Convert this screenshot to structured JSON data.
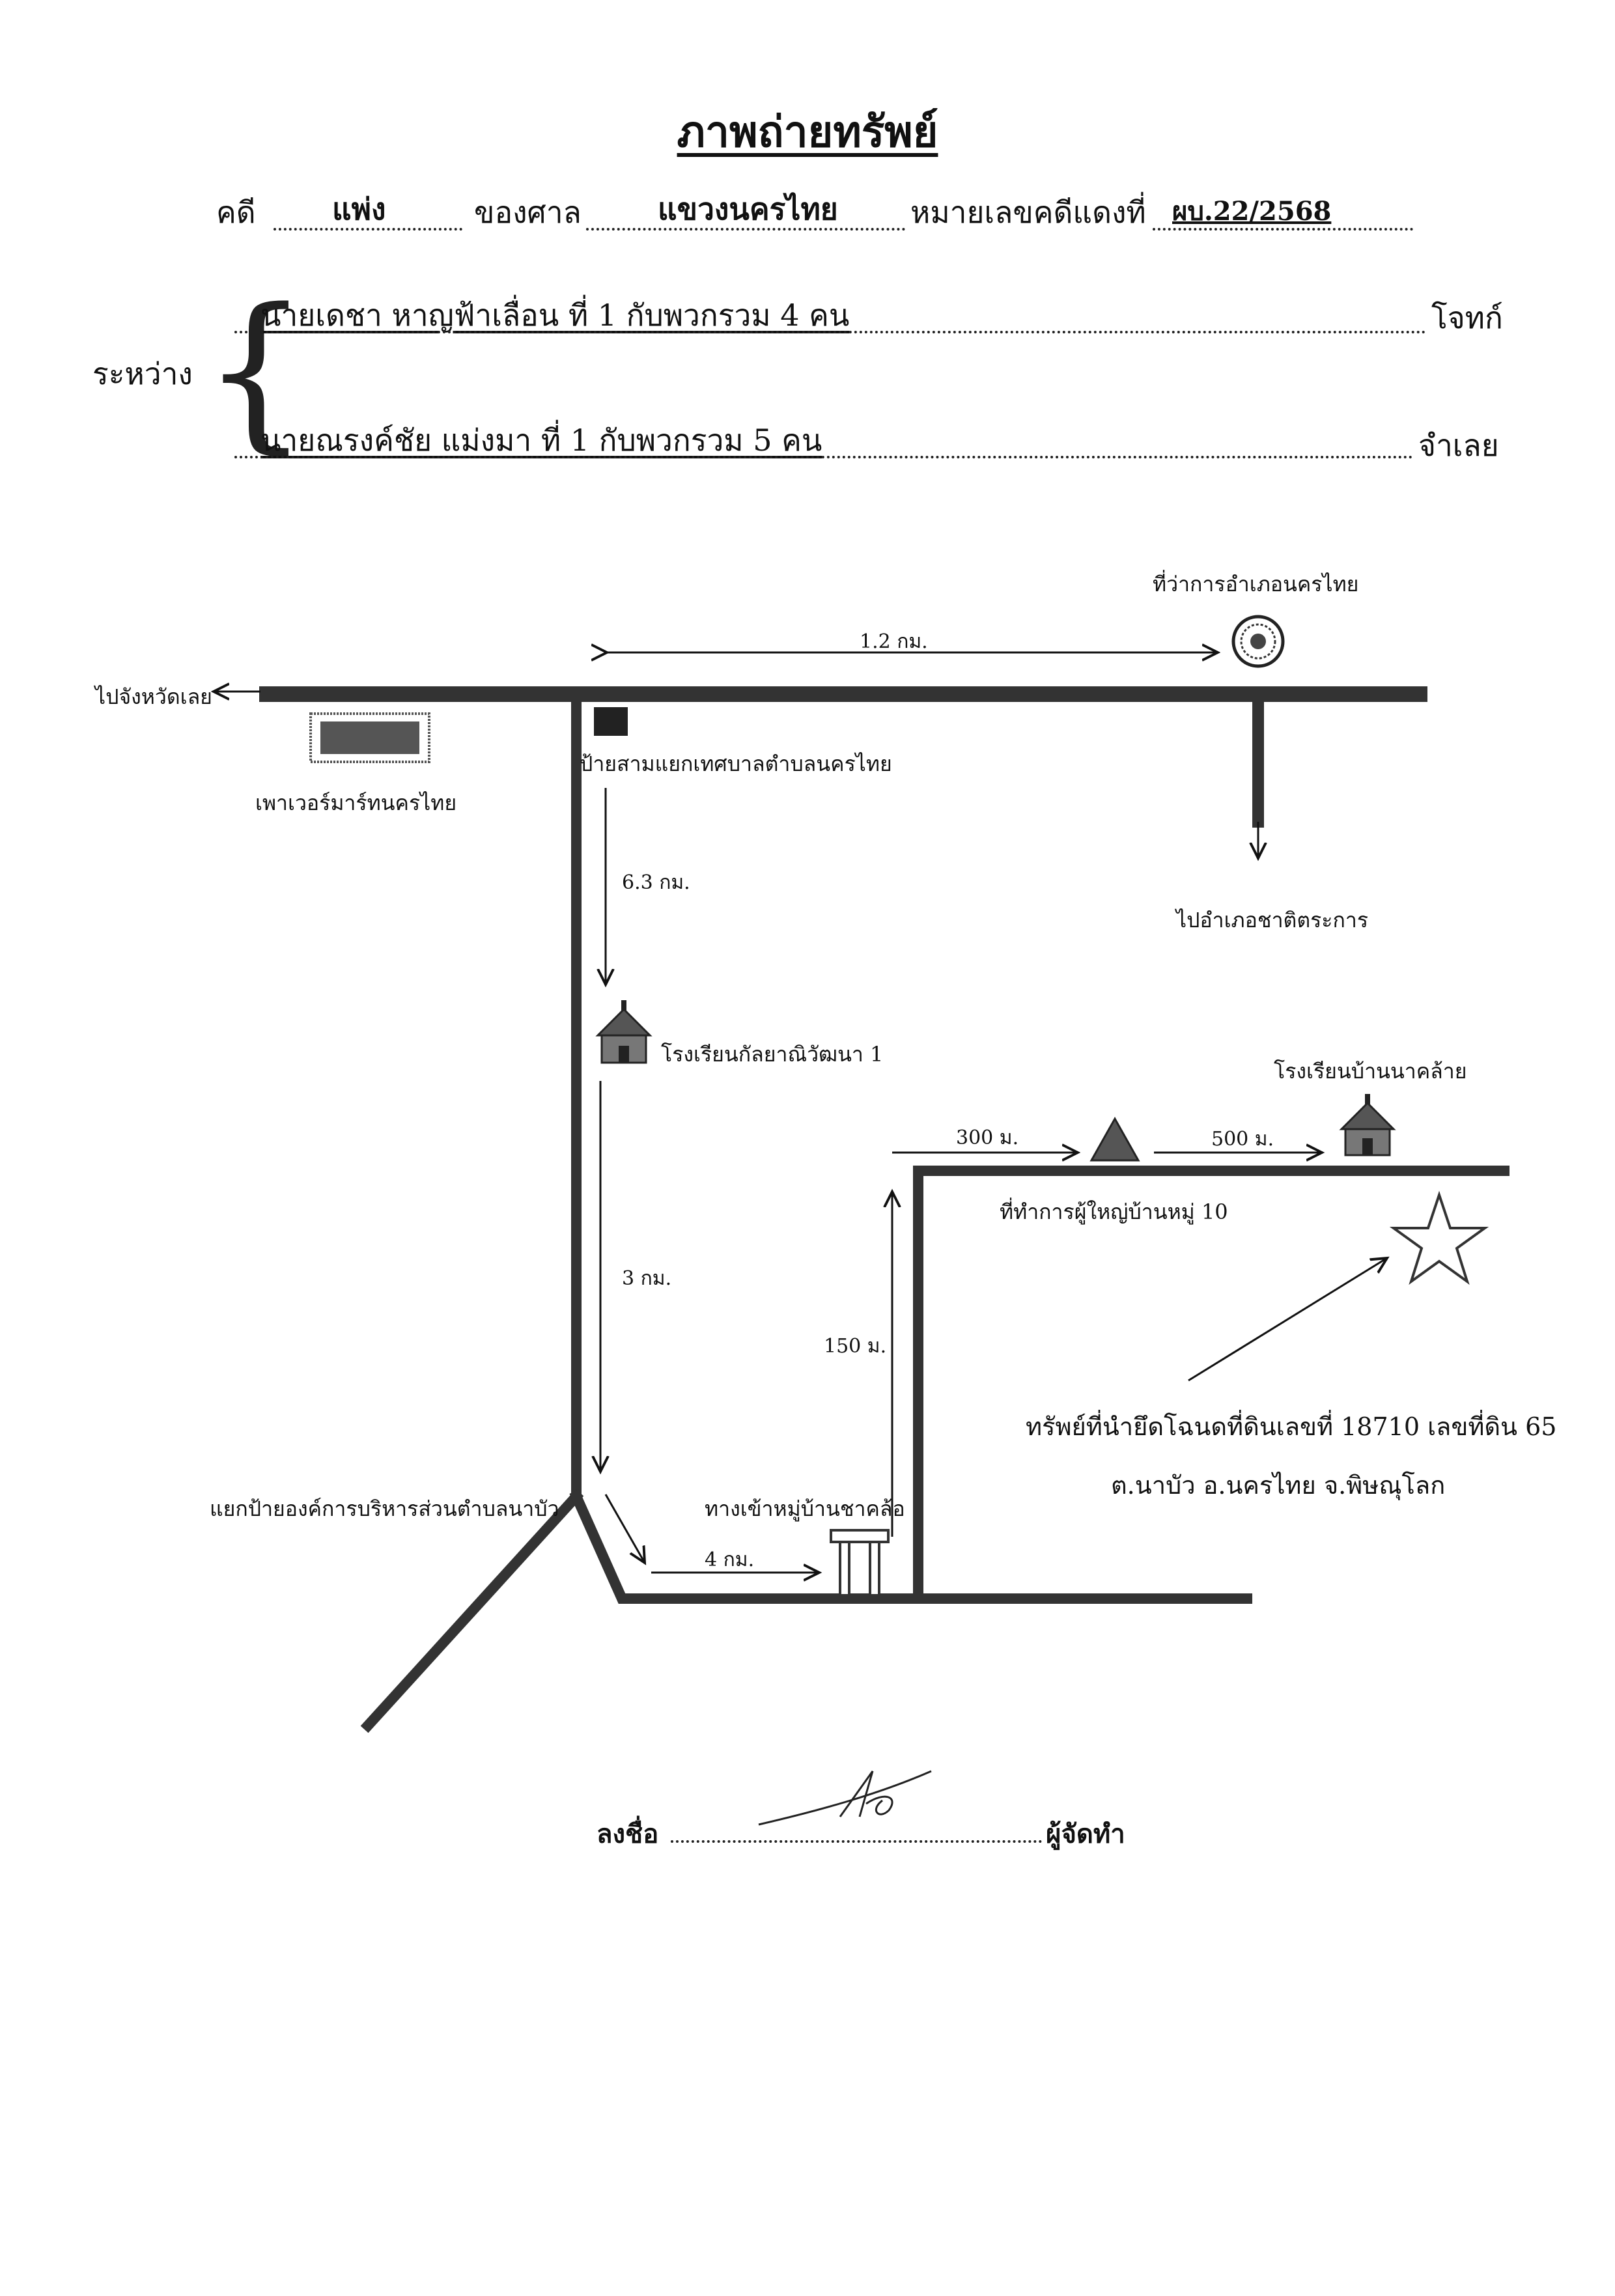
{
  "header": {
    "title": "ภาพถ่ายทรัพย์",
    "case_label": "คดี",
    "case_type": "แพ่ง",
    "court_label": "ของศาล",
    "court_name": "แขวงนครไทย",
    "red_case_label": "หมายเลขคดีแดงที่",
    "red_case_no": "ผบ.22/2568",
    "between_label": "ระหว่าง",
    "plaintiff": "นายเดชา หาญฟ้าเลื่อน ที่ 1 กับพวกรวม 4 คน",
    "plaintiff_role": "โจทก์",
    "defendant": "นายณรงค์ชัย แม่งมา ที่ 1 กับพวกรวม 5 คน",
    "defendant_role": "จำเลย"
  },
  "map": {
    "landmarks": {
      "district_office": "ที่ว่าการอำเภอนครไทย",
      "to_loei": "ไปจังหวัดเลย",
      "power_mart": "เพาเวอร์มาร์ทนครไทย",
      "junction_sign": "ป้ายสามแยกเทศบาลตำบลนครไทย",
      "to_chat_trakan": "ไปอำเภอชาติตระการ",
      "school_1": "โรงเรียนกัลยาณิวัฒนา 1",
      "school_2": "โรงเรียนบ้านนาคล้าย",
      "headman_office": "ที่ทำการผู้ใหญ่บ้านหมู่ 10",
      "tao_junction": "แยกป้ายองค์การบริหารส่วนตำบลนาบัว",
      "village_entrance": "ทางเข้าหมู่บ้านชาคล้อ",
      "property_line1": "ทรัพย์ที่นำยึดโฉนดที่ดินเลขที่ 18710 เลขที่ดิน 65",
      "property_line2": "ต.นาบัว อ.นครไทย จ.พิษณุโลก"
    },
    "distances": {
      "d_1": "1.2 กม.",
      "d_2": "6.3 กม.",
      "d_3": "3 กม.",
      "d_4": "4 กม.",
      "d_5": "150 ม.",
      "d_6": "300 ม.",
      "d_7": "500 ม."
    },
    "icons": [
      "district-seal-icon",
      "store-icon",
      "sign-icon",
      "school-icon",
      "headman-office-icon",
      "gate-icon",
      "star-icon",
      "arrow-icon"
    ]
  },
  "footer": {
    "sign_label": "ลงชื่อ",
    "sign_role": "ผู้จัดทำ"
  }
}
